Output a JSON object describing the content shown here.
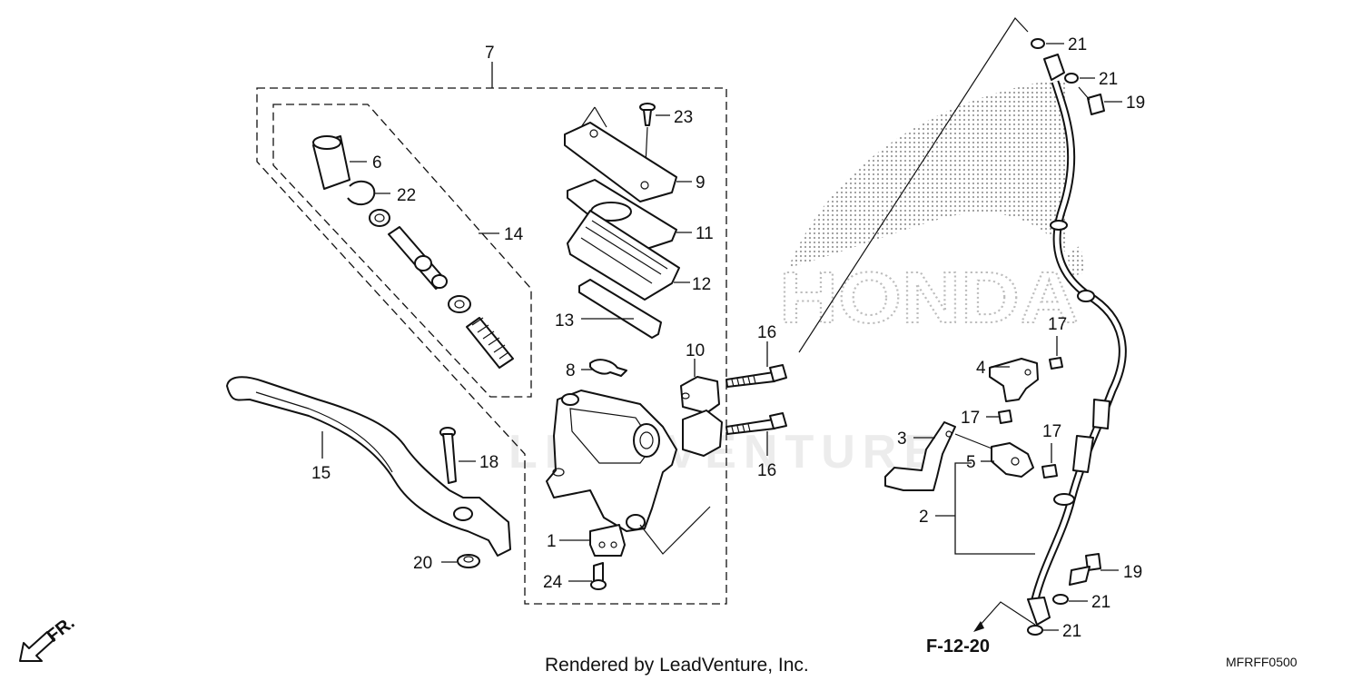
{
  "watermark": {
    "brand_text": "HONDA",
    "faint_text": "LEADVENTURE"
  },
  "labels": {
    "l7": "7",
    "l6": "6",
    "l22": "22",
    "l14": "14",
    "l23": "23",
    "l9": "9",
    "l11": "11",
    "l12": "12",
    "l13": "13",
    "l8": "8",
    "l10": "10",
    "l16a": "16",
    "l16b": "16",
    "l15": "15",
    "l18": "18",
    "l20": "20",
    "l1": "1",
    "l24": "24",
    "l21a": "21",
    "l21b": "21",
    "l19a": "19",
    "l17a": "17",
    "l4": "4",
    "l17b": "17",
    "l3": "3",
    "l17c": "17",
    "l5": "5",
    "l2": "2",
    "l19b": "19",
    "l21c": "21",
    "l21d": "21"
  },
  "ref_code": "F-12-20",
  "front_marker": "FR.",
  "footer_text": "Rendered by LeadVenture, Inc.",
  "diagram_code": "MFRFF0500",
  "colors": {
    "ink": "#111111",
    "watermark": "#bdbdbd"
  },
  "icons": [
    "front-direction-arrow-icon",
    "honda-wing-logo"
  ]
}
